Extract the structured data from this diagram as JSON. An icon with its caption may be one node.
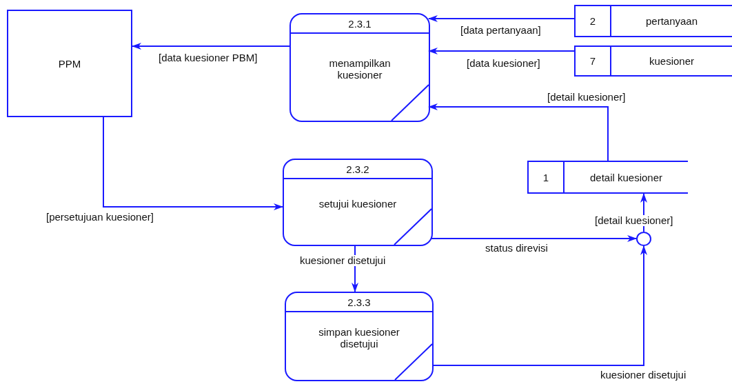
{
  "diagram": {
    "nodes": [
      {
        "text": [
          "PPM"
        ]
      },
      {
        "text": [
          "2.3.1",
          "menampilkan kuesioner"
        ]
      },
      {
        "text": [
          "2",
          "pertanyaan"
        ]
      },
      {
        "text": [
          "7",
          "kuesioner"
        ]
      },
      {
        "text": [
          "2.3.2",
          "setujui kuesioner"
        ]
      },
      {
        "text": [
          "1",
          "detail kuesioner"
        ]
      },
      {
        "text": [],
        "shape": "circle"
      },
      {
        "text": [
          "2.3.3",
          "simpan kuesioner disetujui"
        ]
      }
    ],
    "edges": [
      {
        "from": 2,
        "to": 1,
        "arrow": "to",
        "label": "[data pertanyaan]"
      },
      {
        "from": 3,
        "to": 1,
        "arrow": "to",
        "label": "[data kuesioner]"
      },
      {
        "from": 5,
        "to": 1,
        "arrow": "to",
        "label": "[detail kuesioner]"
      },
      {
        "from": 1,
        "to": 0,
        "arrow": "to",
        "label": "[data kuesioner PBM]"
      },
      {
        "from": 0,
        "to": 4,
        "arrow": "to",
        "label": "[persetujuan kuesioner]"
      },
      {
        "from": 4,
        "to": 7,
        "arrow": "to",
        "label": "kuesioner disetujui"
      },
      {
        "from": 4,
        "to": 6,
        "arrow": "to",
        "label": "status direvisi"
      },
      {
        "from": 7,
        "to": 6,
        "arrow": "to",
        "label": "kuesioner disetujui"
      },
      {
        "from": 6,
        "to": 5,
        "arrow": "to",
        "label": "[detail kuesioner]"
      }
    ]
  }
}
